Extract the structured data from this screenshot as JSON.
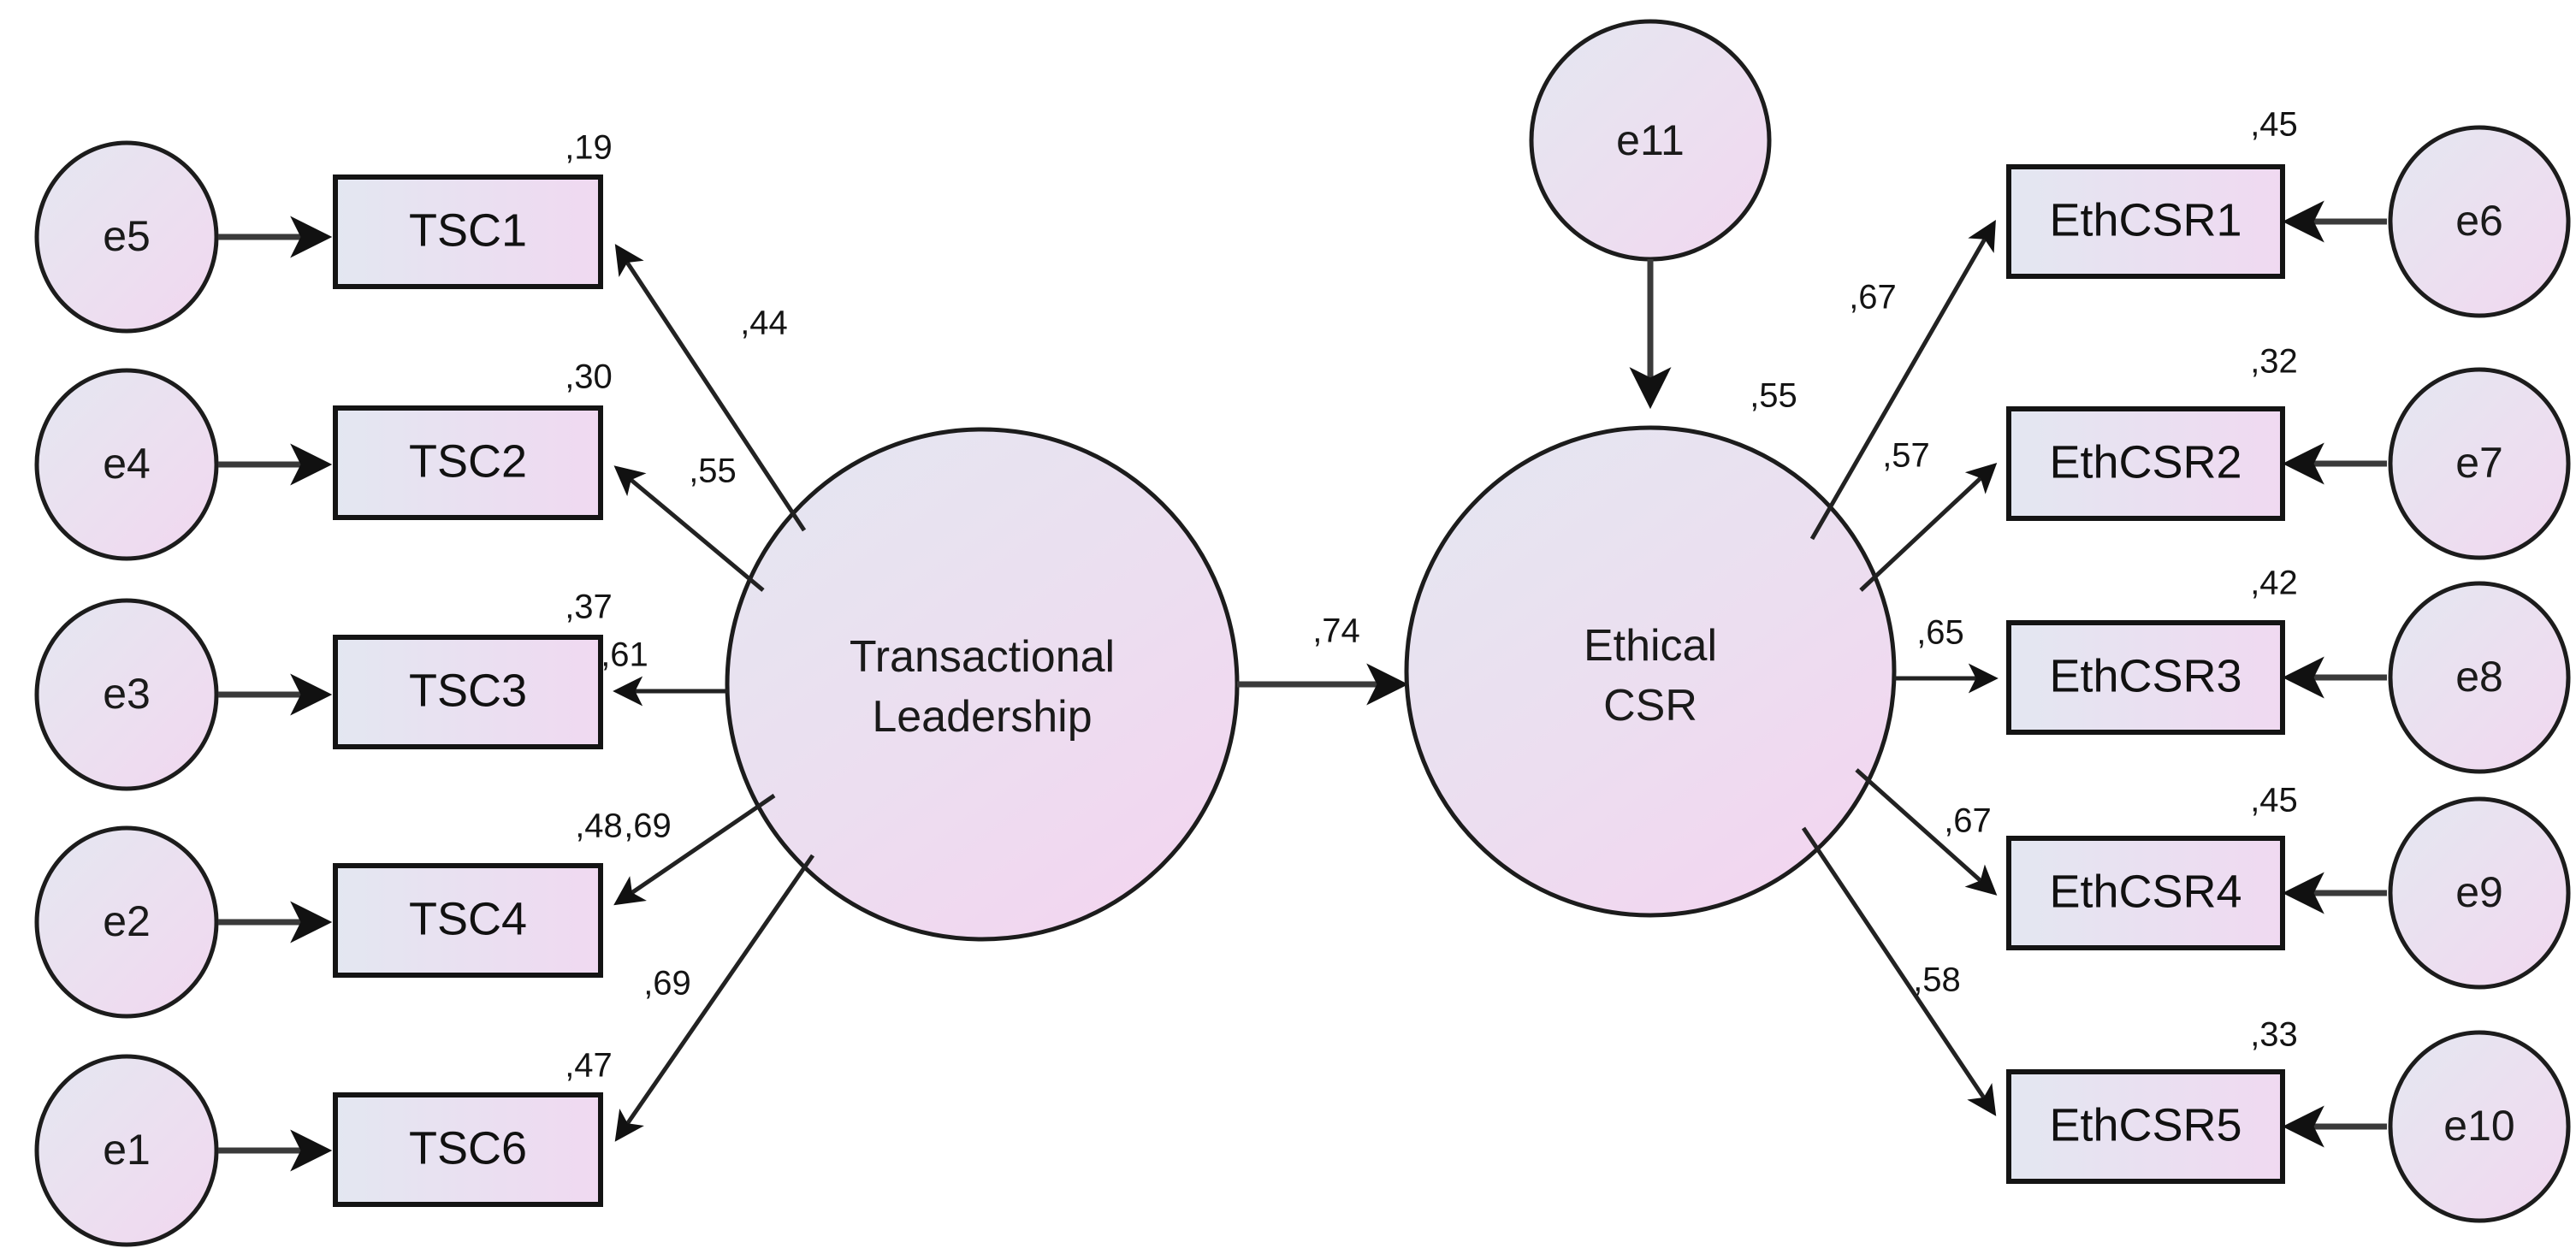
{
  "diagram": {
    "title": "Transactional Leadership and Ethical CSR SEM path diagram",
    "type": "sem-path-diagram",
    "colors": {
      "shape_fill_start": "#e3e6f0",
      "shape_fill_end": "#f0d9ef",
      "stroke": "#1c1c1c",
      "text": "#111111",
      "background": "#ffffff"
    },
    "latent_variables": [
      {
        "id": "transactional_leadership",
        "label_line1": "Transactional",
        "label_line2": "Leadership"
      },
      {
        "id": "ethical_csr",
        "label_line1": "Ethical",
        "label_line2": "CSR"
      }
    ],
    "disturbance": {
      "id": "e11",
      "label": "e11"
    },
    "structural_path": {
      "from": "Transactional Leadership",
      "to": "Ethical CSR",
      "estimate": ",74",
      "r_squared": ",55"
    },
    "left_indicators": [
      {
        "error": "e5",
        "indicator": "TSC1",
        "squared_multiple_correlation": ",19",
        "loading": ",44"
      },
      {
        "error": "e4",
        "indicator": "TSC2",
        "squared_multiple_correlation": ",30",
        "loading": ",55"
      },
      {
        "error": "e3",
        "indicator": "TSC3",
        "squared_multiple_correlation": ",37",
        "loading": ",61"
      },
      {
        "error": "e2",
        "indicator": "TSC4",
        "squared_multiple_correlation": ",48",
        "loading": ",69"
      },
      {
        "error": "e1",
        "indicator": "TSC6",
        "squared_multiple_correlation": ",47",
        "loading": ",69"
      }
    ],
    "right_indicators": [
      {
        "error": "e6",
        "indicator": "EthCSR1",
        "squared_multiple_correlation": ",45",
        "loading": ",67"
      },
      {
        "error": "e7",
        "indicator": "EthCSR2",
        "squared_multiple_correlation": ",32",
        "loading": ",57"
      },
      {
        "error": "e8",
        "indicator": "EthCSR3",
        "squared_multiple_correlation": ",42",
        "loading": ",65"
      },
      {
        "error": "e9",
        "indicator": "EthCSR4",
        "squared_multiple_correlation": ",45",
        "loading": ",67"
      },
      {
        "error": "e10",
        "indicator": "EthCSR5",
        "squared_multiple_correlation": ",33",
        "loading": ",58"
      }
    ]
  },
  "chart_data": {
    "type": "diagram",
    "title": "Transactional Leadership → Ethical CSR structural equation model",
    "nodes": [
      "e1",
      "e2",
      "e3",
      "e4",
      "e5",
      "e6",
      "e7",
      "e8",
      "e9",
      "e10",
      "e11",
      "TSC1",
      "TSC2",
      "TSC3",
      "TSC4",
      "TSC6",
      "EthCSR1",
      "EthCSR2",
      "EthCSR3",
      "EthCSR4",
      "EthCSR5",
      "Transactional Leadership",
      "Ethical CSR"
    ],
    "edges": [
      {
        "from": "e5",
        "to": "TSC1",
        "label": ""
      },
      {
        "from": "e4",
        "to": "TSC2",
        "label": ""
      },
      {
        "from": "e3",
        "to": "TSC3",
        "label": ""
      },
      {
        "from": "e2",
        "to": "TSC4",
        "label": ""
      },
      {
        "from": "e1",
        "to": "TSC6",
        "label": ""
      },
      {
        "from": "Transactional Leadership",
        "to": "TSC1",
        "label": ",44"
      },
      {
        "from": "Transactional Leadership",
        "to": "TSC2",
        "label": ",55"
      },
      {
        "from": "Transactional Leadership",
        "to": "TSC3",
        "label": ",61"
      },
      {
        "from": "Transactional Leadership",
        "to": "TSC4",
        "label": ",69"
      },
      {
        "from": "Transactional Leadership",
        "to": "TSC6",
        "label": ",69"
      },
      {
        "from": "Transactional Leadership",
        "to": "Ethical CSR",
        "label": ",74"
      },
      {
        "from": "e11",
        "to": "Ethical CSR",
        "label": ""
      },
      {
        "from": "Ethical CSR",
        "to": "EthCSR1",
        "label": ",67"
      },
      {
        "from": "Ethical CSR",
        "to": "EthCSR2",
        "label": ",57"
      },
      {
        "from": "Ethical CSR",
        "to": "EthCSR3",
        "label": ",65"
      },
      {
        "from": "Ethical CSR",
        "to": "EthCSR4",
        "label": ",67"
      },
      {
        "from": "Ethical CSR",
        "to": "EthCSR5",
        "label": ",58"
      },
      {
        "from": "e6",
        "to": "EthCSR1",
        "label": ""
      },
      {
        "from": "e7",
        "to": "EthCSR2",
        "label": ""
      },
      {
        "from": "e8",
        "to": "EthCSR3",
        "label": ""
      },
      {
        "from": "e9",
        "to": "EthCSR4",
        "label": ""
      },
      {
        "from": "e10",
        "to": "EthCSR5",
        "label": ""
      }
    ],
    "squared_multiple_correlations": {
      "TSC1": ",19",
      "TSC2": ",30",
      "TSC3": ",37",
      "TSC4": ",48",
      "TSC6": ",47",
      "EthCSR1": ",45",
      "EthCSR2": ",32",
      "EthCSR3": ",42",
      "EthCSR4": ",45",
      "EthCSR5": ",33",
      "Ethical CSR": ",55"
    }
  }
}
